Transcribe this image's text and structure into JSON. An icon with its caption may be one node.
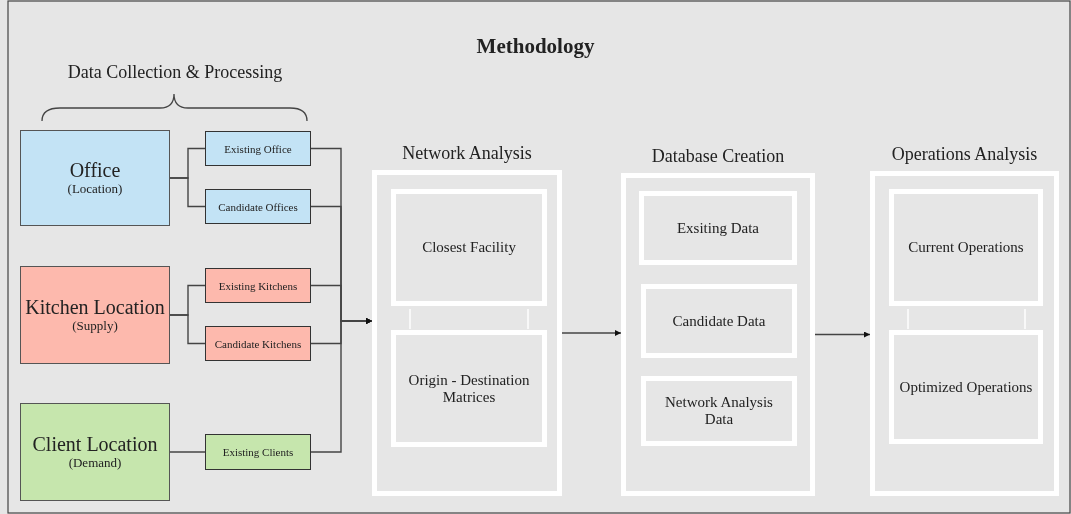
{
  "diagram": {
    "title": "Methodology",
    "nodes": [
      {
        "text": [
          "Office",
          "(Location)"
        ]
      },
      {
        "text": [
          "Existing Office"
        ]
      },
      {
        "text": [
          "Candidate Offices"
        ]
      },
      {
        "text": [
          "Kitchen Location",
          "(Supply)"
        ]
      },
      {
        "text": [
          "Existing Kitchens"
        ]
      },
      {
        "text": [
          "Candidate Kitchens"
        ]
      },
      {
        "text": [
          "Client Location",
          "(Demand)"
        ]
      },
      {
        "text": [
          "Existing Clients"
        ]
      },
      {
        "text": [
          "Network Analysis"
        ]
      },
      {
        "text": [
          "Closest Facility"
        ],
        "in": 8
      },
      {
        "text": [
          "Origin - Destination Matrices"
        ],
        "in": 8
      },
      {
        "text": [
          "Database Creation"
        ]
      },
      {
        "text": [
          "Exsiting Data"
        ],
        "in": 11
      },
      {
        "text": [
          "Candidate Data"
        ],
        "in": 11
      },
      {
        "text": [
          "Network Analysis Data"
        ],
        "in": 11
      },
      {
        "text": [
          "Operations Analysis"
        ]
      },
      {
        "text": [
          "Current Operations"
        ],
        "in": 15
      },
      {
        "text": [
          "Optimized Operations"
        ],
        "in": 15
      }
    ],
    "edges": [
      {
        "from": 0,
        "to": 1,
        "arrow": "none"
      },
      {
        "from": 0,
        "to": 2,
        "arrow": "none"
      },
      {
        "from": 3,
        "to": 4,
        "arrow": "none"
      },
      {
        "from": 3,
        "to": 5,
        "arrow": "none"
      },
      {
        "from": 6,
        "to": 7,
        "arrow": "none"
      },
      {
        "from": 1,
        "to": 8,
        "arrow": "to"
      },
      {
        "from": 2,
        "to": 8,
        "arrow": "to"
      },
      {
        "from": 4,
        "to": 8,
        "arrow": "to"
      },
      {
        "from": 5,
        "to": 8,
        "arrow": "to"
      },
      {
        "from": 7,
        "to": 8,
        "arrow": "to"
      },
      {
        "from": 9,
        "to": 10,
        "arrow": "none",
        "color": "#ffffff"
      },
      {
        "from": 9,
        "to": 10,
        "arrow": "none",
        "color": "#ffffff"
      },
      {
        "from": 8,
        "to": 11,
        "arrow": "to"
      },
      {
        "from": 11,
        "to": 15,
        "arrow": "to"
      },
      {
        "from": 16,
        "to": 17,
        "arrow": "none",
        "color": "#ffffff"
      },
      {
        "from": 16,
        "to": 17,
        "arrow": "none",
        "color": "#ffffff"
      }
    ],
    "labels": [
      "Data Collection & Processing"
    ]
  }
}
